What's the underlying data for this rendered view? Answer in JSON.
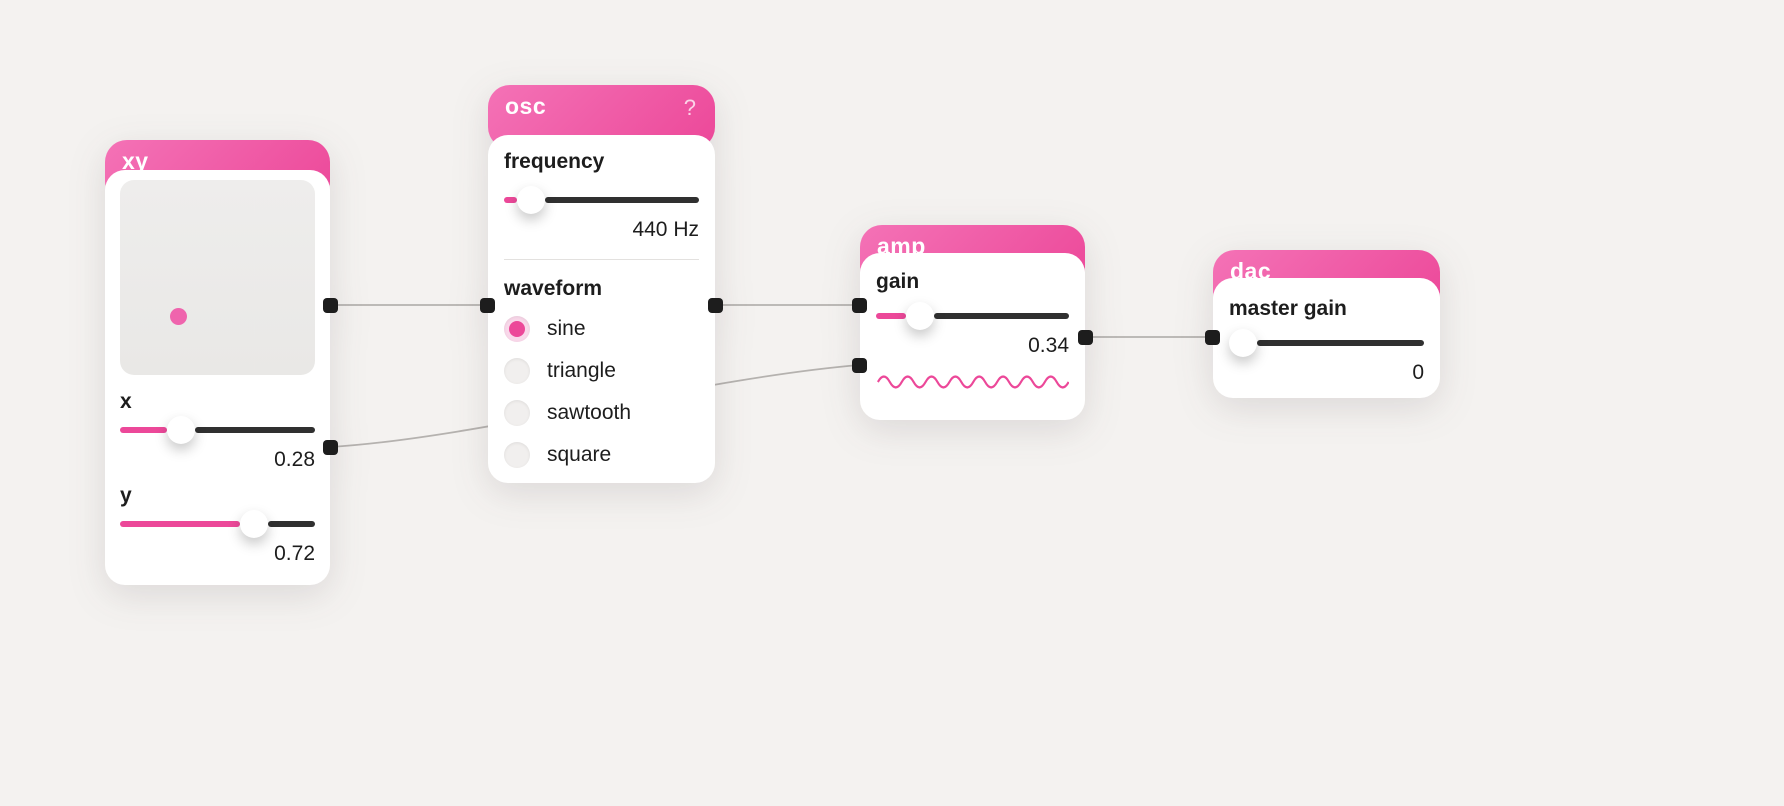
{
  "colors": {
    "accent": "#ec4899",
    "header_from": "#f472b6",
    "header_to": "#ec4899",
    "track": "#303030",
    "port": "#1d1d1d",
    "cable": "#b5b2af",
    "background": "#f4f2f0"
  },
  "nodes": {
    "xy": {
      "title": "xy",
      "pad": {
        "dot_x": "0.28",
        "dot_y": "0.72"
      },
      "x": {
        "label": "x",
        "value": "0.28",
        "fraction": "0.28"
      },
      "y": {
        "label": "y",
        "value": "0.72",
        "fraction": "0.72"
      }
    },
    "osc": {
      "title": "osc",
      "help": "?",
      "frequency": {
        "label": "frequency",
        "value": "440 Hz",
        "fraction": "0.08"
      },
      "waveform": {
        "label": "waveform",
        "selected": "sine",
        "options": [
          "sine",
          "triangle",
          "sawtooth",
          "square"
        ]
      }
    },
    "amp": {
      "title": "amp",
      "gain": {
        "label": "gain",
        "value": "0.34",
        "fraction": "0.18"
      }
    },
    "dac": {
      "title": "dac",
      "master_gain": {
        "label": "master gain",
        "value": "0",
        "fraction": "0"
      }
    }
  }
}
